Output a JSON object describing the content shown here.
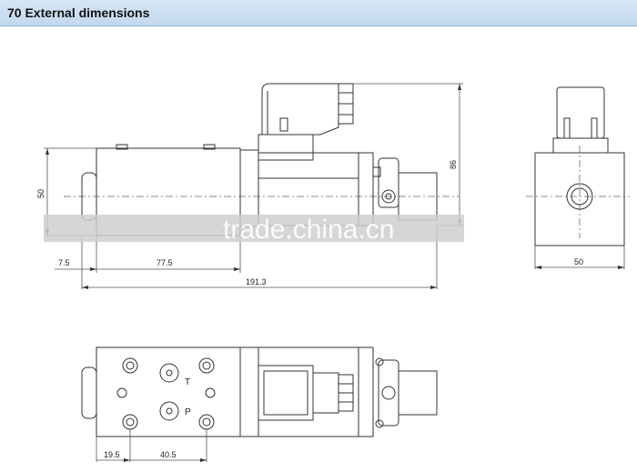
{
  "header": {
    "title": "70 External dimensions"
  },
  "dimensions": {
    "height_left": "50",
    "height_right": "86",
    "offset": "7.5",
    "body_length": "77.5",
    "total_length": "191.3",
    "end_width": "50",
    "port_offset": "19.5",
    "port_spacing": "40.5"
  },
  "ports": {
    "t": "T",
    "p": "P"
  },
  "watermark": "trade.china.cn"
}
